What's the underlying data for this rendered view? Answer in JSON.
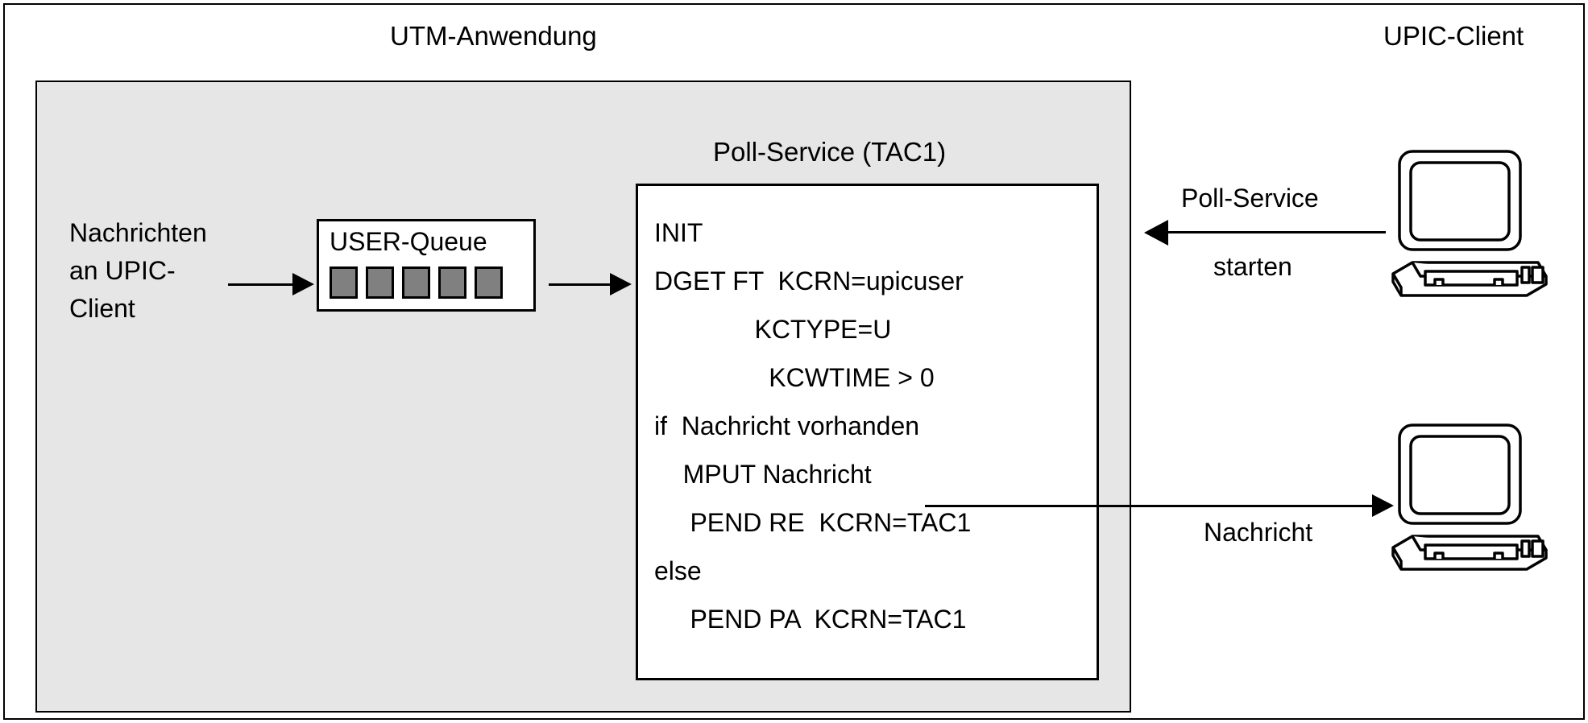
{
  "headings": {
    "utm_application": "UTM-Anwendung",
    "upic_client": "UPIC-Client"
  },
  "left_panel": {
    "messages_label_line1": "Nachrichten",
    "messages_label_line2": "an UPIC-",
    "messages_label_line3": "Client",
    "queue": {
      "title": "USER-Queue",
      "slot_count": 5,
      "slot_color": "#808080"
    },
    "panel_color": "#e6e6e6"
  },
  "service": {
    "title": "Poll-Service (TAC1)",
    "code_lines": [
      "INIT",
      "DGET FT  KCRN=upicuser",
      "              KCTYPE=U",
      "                KCWTIME > 0",
      "if  Nachricht vorhanden",
      "    MPUT Nachricht",
      "     PEND RE  KCRN=TAC1",
      "else",
      "     PEND PA  KCRN=TAC1"
    ]
  },
  "right_panel": {
    "poll_arrow_label_top": "Poll-Service",
    "poll_arrow_label_bottom": "starten",
    "message_arrow_label": "Nachricht",
    "terminal_icon_name": "computer-terminal-icon",
    "terminal_count": 2
  },
  "colors": {
    "background": "#ffffff",
    "stroke": "#000000",
    "panel_fill": "#e6e6e6",
    "queue_slot_fill": "#808080"
  }
}
